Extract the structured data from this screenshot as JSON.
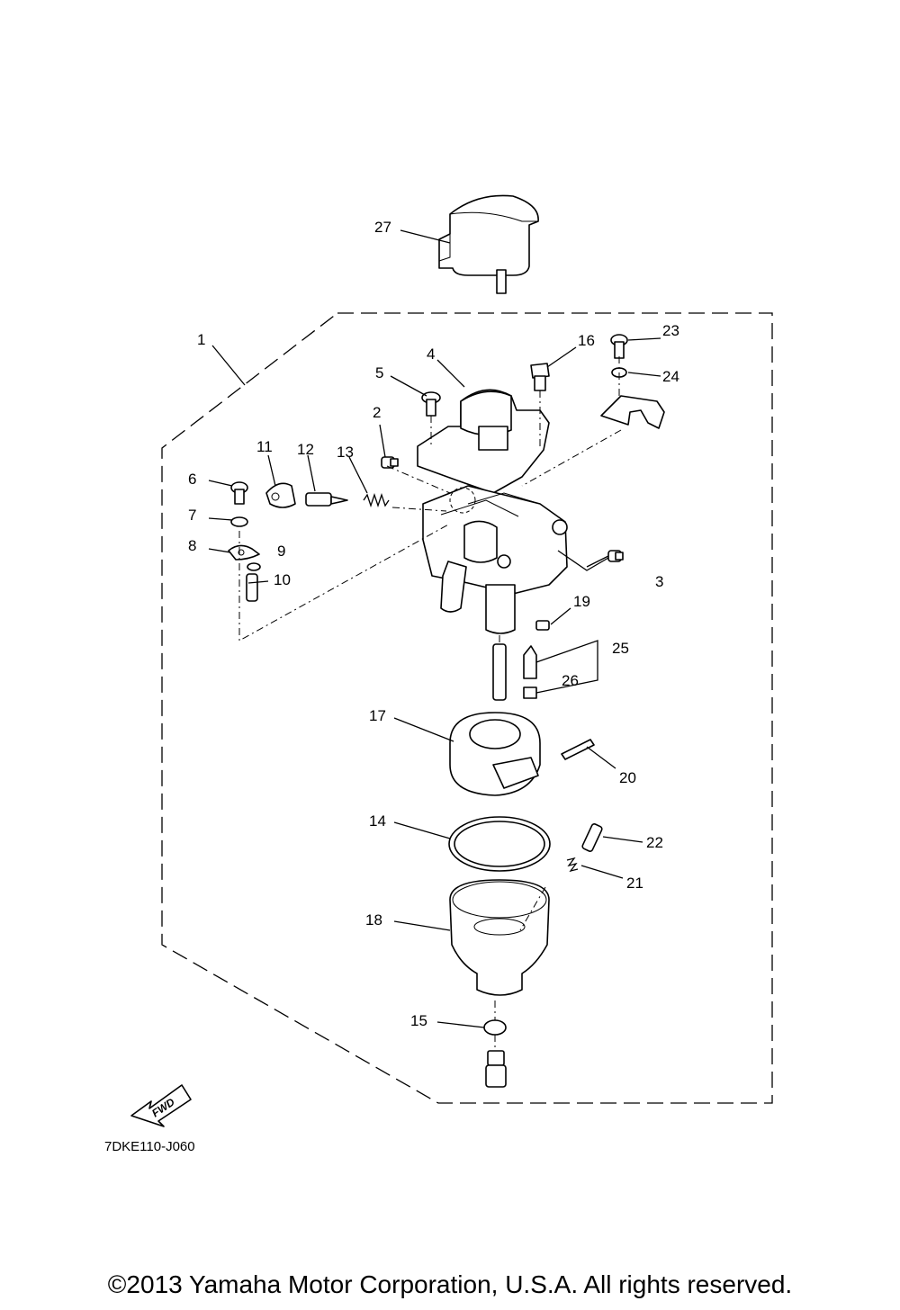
{
  "diagram_code": "7DKE110-J060",
  "fwd_label": "FWD",
  "copyright": "©2013 Yamaha Motor Corporation, U.S.A. All rights reserved.",
  "callouts": [
    {
      "id": "1",
      "label": "1"
    },
    {
      "id": "2",
      "label": "2"
    },
    {
      "id": "3",
      "label": "3"
    },
    {
      "id": "4",
      "label": "4"
    },
    {
      "id": "5",
      "label": "5"
    },
    {
      "id": "6",
      "label": "6"
    },
    {
      "id": "7",
      "label": "7"
    },
    {
      "id": "8",
      "label": "8"
    },
    {
      "id": "9",
      "label": "9"
    },
    {
      "id": "10",
      "label": "10"
    },
    {
      "id": "11",
      "label": "11"
    },
    {
      "id": "12",
      "label": "12"
    },
    {
      "id": "13",
      "label": "13"
    },
    {
      "id": "14",
      "label": "14"
    },
    {
      "id": "15",
      "label": "15"
    },
    {
      "id": "16",
      "label": "16"
    },
    {
      "id": "17",
      "label": "17"
    },
    {
      "id": "18",
      "label": "18"
    },
    {
      "id": "19",
      "label": "19"
    },
    {
      "id": "20",
      "label": "20"
    },
    {
      "id": "21",
      "label": "21"
    },
    {
      "id": "22",
      "label": "22"
    },
    {
      "id": "23",
      "label": "23"
    },
    {
      "id": "24",
      "label": "24"
    },
    {
      "id": "25",
      "label": "25"
    },
    {
      "id": "26",
      "label": "26"
    },
    {
      "id": "27",
      "label": "27"
    }
  ]
}
